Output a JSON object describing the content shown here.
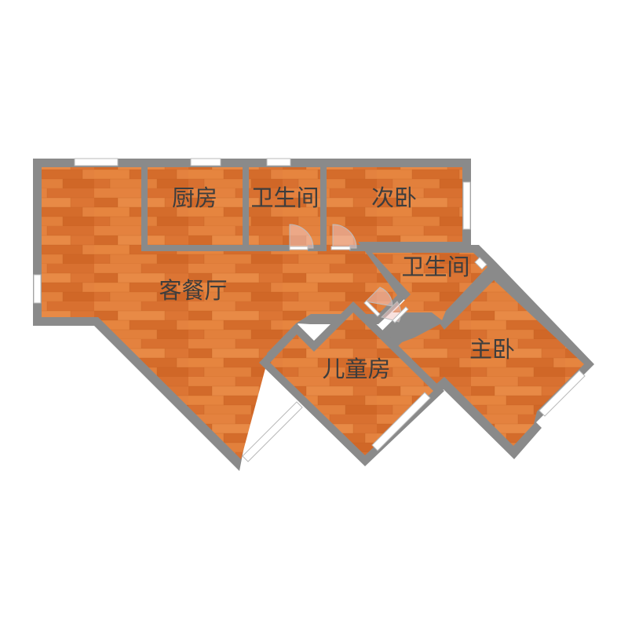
{
  "title": "",
  "colors": {
    "wall": "#8a8a8a",
    "floor_base": "#e07a38",
    "floor_plank_dark": "#d26a2a",
    "floor_plank_light": "#e88a46",
    "floor_seam": "#c0601f",
    "label_text": "#3d3d3d",
    "window": "#ffffff",
    "door_swing": "#f2c8c2"
  },
  "rooms": [
    {
      "id": "living-dining",
      "label": "客餐厅"
    },
    {
      "id": "kitchen",
      "label": "厨房"
    },
    {
      "id": "bathroom-1",
      "label": "卫生间"
    },
    {
      "id": "second-bedroom",
      "label": "次卧"
    },
    {
      "id": "bathroom-2",
      "label": "卫生间"
    },
    {
      "id": "master-bedroom",
      "label": "主卧"
    },
    {
      "id": "kids-room",
      "label": "儿童房"
    }
  ],
  "floor_material": "wood-plank"
}
